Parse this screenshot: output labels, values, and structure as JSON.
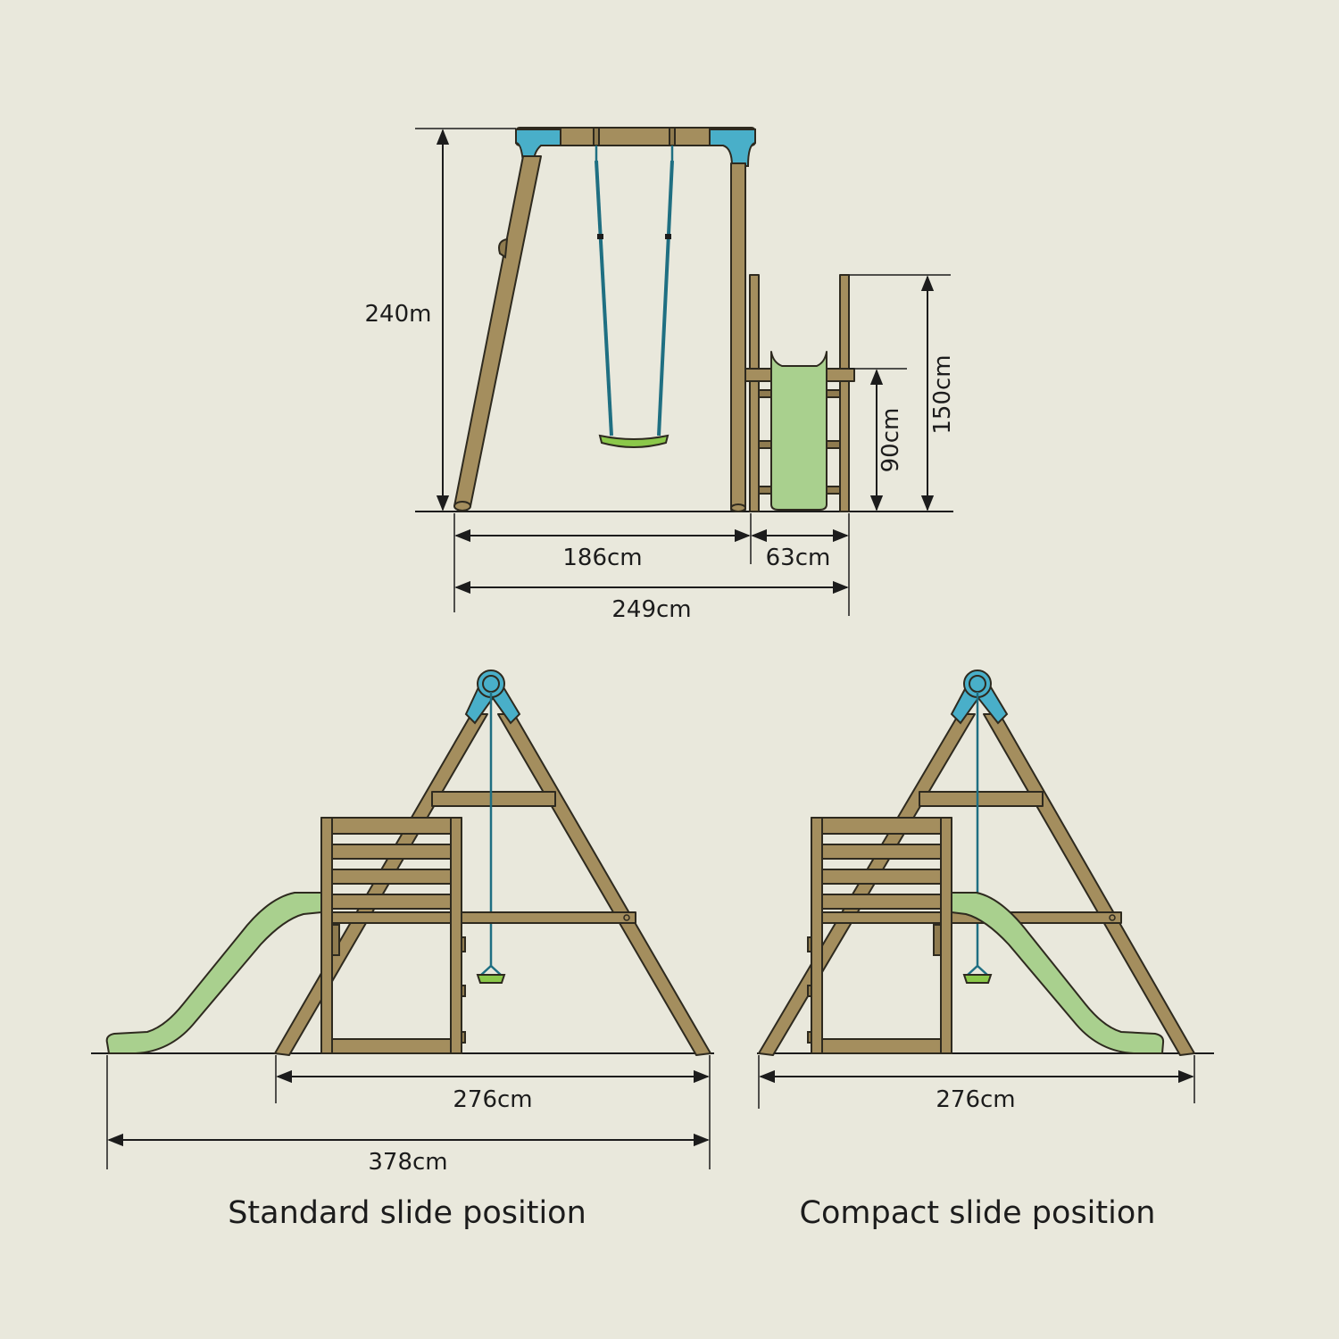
{
  "front_view": {
    "height_label": "240m",
    "swing_span_label": "186cm",
    "platform_width_label": "63cm",
    "total_width_label": "249cm",
    "platform_height_label": "90cm",
    "railing_height_label": "150cm"
  },
  "standard_view": {
    "frame_width_label": "276cm",
    "total_width_label": "378cm",
    "caption": "Standard slide position"
  },
  "compact_view": {
    "frame_width_label": "276cm",
    "caption": "Compact slide position"
  },
  "colors": {
    "background": "#e9e8dc",
    "wood": "#a48e5e",
    "connector": "#49afc9",
    "slide": "#a9d08e",
    "seat": "#8bc84a",
    "rope": "#1f6f82"
  }
}
